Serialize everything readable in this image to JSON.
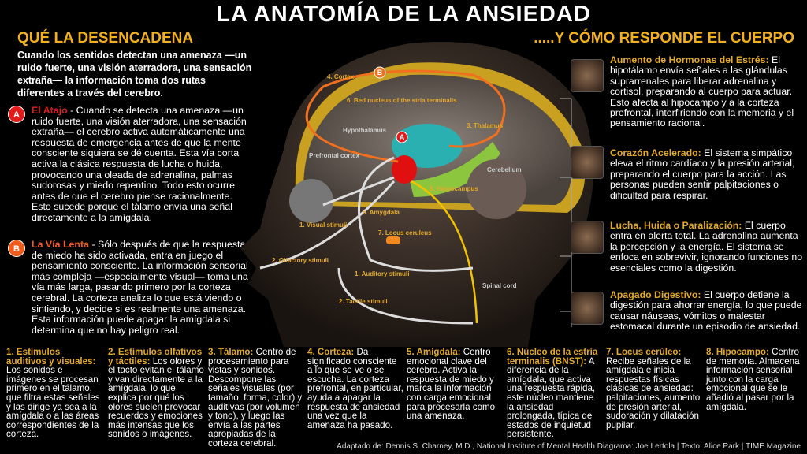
{
  "title": "LA ANATOMÍA DE LA ANSIEDAD",
  "left_heading": "QUÉ LA DESENCADENA",
  "right_heading": ".....Y CÓMO RESPONDE EL CUERPO",
  "intro": "Cuando los sentidos detectan una amenaza —un ruido fuerte, una visión aterradora, una sensación extraña— la información toma dos rutas diferentes a través del cerebro.",
  "routes": [
    {
      "badge": "A",
      "title": "El Atajo",
      "text": " - Cuando se detecta una amenaza —un ruido fuerte, una visión aterradora, una sensación extraña— el cerebro activa automáticamente una respuesta de emergencia antes de que la mente consciente siquiera se dé cuenta. Esta vía corta activa la clásica respuesta de lucha o huida, provocando una oleada de adrenalina, palmas sudorosas y miedo repentino. Todo esto ocurre antes de que el cerebro piense racionalmente. Esto sucede porque el tálamo envía una señal directamente a la amígdala.",
      "color": "#e31b1b"
    },
    {
      "badge": "B",
      "title": "La Vía Lenta",
      "text": " - Sólo después de que la respuesta de miedo ha sido activada, entra en juego el pensamiento consciente. La información sensorial más compleja —especialmente visual— toma una vía más larga, pasando primero por la corteza cerebral. La corteza analiza lo que está viendo o sintiendo, y decide si es realmente una amenaza. Esta información puede apagar la amígdala si determina que no hay peligro real.",
      "color": "#f05a1a"
    }
  ],
  "diagram_labels": {
    "cortex": "4. Cortex",
    "bnst": "6. Bed nucleus of the stria terminalis",
    "thalamus": "3. Thalamus",
    "hypothalamus": "Hypothalamus",
    "prefrontal": "Prefrontal cortex",
    "hippocampus": "8. Hippocampus",
    "cerebellum": "Cerebellum",
    "amygdala": "5. Amygdala",
    "locus": "7. Locus ceruleus",
    "visual": "1. Visual stimuli",
    "olfactory": "2. Olfactory stimuli",
    "auditory": "1. Auditory stimuli",
    "tactile": "2. Tactile stimuli",
    "spinal": "Spinal cord",
    "marker_a": "A",
    "marker_b": "B"
  },
  "definitions": [
    {
      "title": "1. Estímulos auditivos y visuales:",
      "text": " Los sonidos e imágenes se procesan primero en el tálamo, que filtra estas señales y las dirige ya sea a la amígdala o a las áreas correspondientes de la corteza."
    },
    {
      "title": "2. Estímulos olfativos y táctiles:",
      "text": " Los olores y el tacto evitan el tálamo y van directamente a la amígdala, lo que explica por qué los olores suelen provocar recuerdos y emociones más intensas que los sonidos o imágenes."
    },
    {
      "title": "3. Tálamo:",
      "text": " Centro de procesamiento para vistas y sonidos. Descompone las señales visuales (por tamaño, forma, color) y auditivas (por volumen y tono), y luego las envía a las partes apropiadas de la corteza cerebral."
    },
    {
      "title": "4. Corteza:",
      "text": " Da significado consciente a lo que se ve o se escucha. La corteza prefrontal, en particular, ayuda a apagar la respuesta de ansiedad una vez que la amenaza ha pasado."
    },
    {
      "title": "5. Amígdala:",
      "text": " Centro emocional clave del cerebro. Activa la respuesta de miedo y marca la información con carga emocional para procesarla como una amenaza."
    },
    {
      "title": "6. Núcleo de la estría terminalis (BNST):",
      "text": " A diferencia de la amígdala, que activa una respuesta rápida, este núcleo mantiene la ansiedad prolongada, típica de estados de inquietud persistente."
    },
    {
      "title": "7. Locus cerúleo:",
      "text": " Recibe señales de la amígdala e inicia respuestas físicas clásicas de ansiedad: palpitaciones, aumento de presión arterial, sudoración y dilatación pupilar."
    },
    {
      "title": "8. Hipocampo:",
      "text": " Centro de memoria. Almacena información sensorial junto con la carga emocional que se le añadió al pasar por la amígdala."
    }
  ],
  "responses": [
    {
      "title": "Aumento de Hormonas del Estrés:",
      "text": " El hipotálamo envía señales a las glándulas suprarrenales para liberar adrenalina y cortisol, preparando al cuerpo para actuar. Esto afecta al hipocampo y a la corteza prefrontal, interfiriendo con la memoria y el pensamiento racional.",
      "icon": "adrenal-gland-icon"
    },
    {
      "title": "Corazón Acelerado:",
      "text": " El sistema simpático eleva el ritmo cardíaco y la presión arterial, preparando el cuerpo para la acción. Las personas pueden sentir palpitaciones o dificultad para respirar.",
      "icon": "heart-icon"
    },
    {
      "title": "Lucha, Huida o Paralización:",
      "text": " El cuerpo entra en alerta total. La adrenalina aumenta la percepción y la energía. El sistema se enfoca en sobrevivir, ignorando funciones no esenciales como la digestión.",
      "icon": "muscle-icon"
    },
    {
      "title": "Apagado Digestivo:",
      "text": " El cuerpo detiene la digestión para ahorrar energía, lo que puede causar náuseas, vómitos o malestar estomacal durante un episodio de ansiedad.",
      "icon": "stomach-icon"
    }
  ],
  "footer": "Adaptado de: Dennis S. Charney, M.D., National Institute of Mental Health Diagrama: Joe Lertola | Texto: Alice Park | TIME Magazine"
}
